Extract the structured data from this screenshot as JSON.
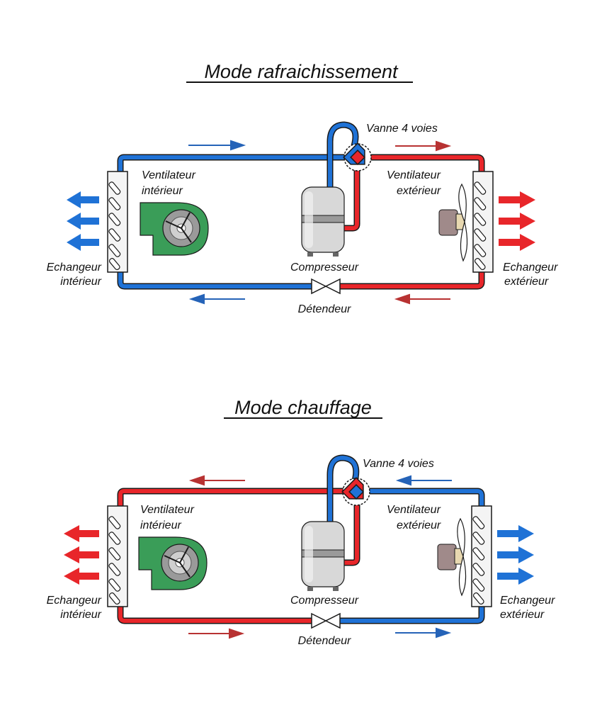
{
  "colors": {
    "hot": "#e8262a",
    "cold": "#1f72d6",
    "flow_hot": "#b83232",
    "flow_cold": "#2563b8",
    "outline": "#1a1a1a",
    "fan_green": "#3a9d58",
    "compressor": "#d8d8d8"
  },
  "cooling": {
    "title": "Mode rafraichissement",
    "labels": {
      "valve": "Vanne 4 voies",
      "indoor_fan": [
        "Ventilateur",
        "intérieur"
      ],
      "outdoor_fan": [
        "Ventilateur",
        "extérieur"
      ],
      "compressor": "Compresseur",
      "expansion": "Détendeur",
      "indoor_exchanger": [
        "Echangeur",
        "intérieur"
      ],
      "outdoor_exchanger": [
        "Echangeur",
        "extérieur"
      ]
    },
    "icons": [
      "heat-exchanger-icon",
      "blower-fan-icon",
      "compressor-icon",
      "four-way-valve-icon",
      "expansion-valve-icon",
      "axial-fan-icon",
      "air-arrow-icon",
      "flow-arrow-icon"
    ]
  },
  "heating": {
    "title": "Mode chauffage",
    "labels": {
      "valve": "Vanne 4 voies",
      "indoor_fan": [
        "Ventilateur",
        "intérieur"
      ],
      "outdoor_fan": [
        "Ventilateur",
        "extérieur"
      ],
      "compressor": "Compresseur",
      "expansion": "Détendeur",
      "indoor_exchanger": [
        "Echangeur",
        "intérieur"
      ],
      "outdoor_exchanger": [
        "Echangeur",
        "extérieur"
      ]
    },
    "icons": [
      "heat-exchanger-icon",
      "blower-fan-icon",
      "compressor-icon",
      "four-way-valve-icon",
      "expansion-valve-icon",
      "axial-fan-icon",
      "air-arrow-icon",
      "flow-arrow-icon"
    ]
  }
}
